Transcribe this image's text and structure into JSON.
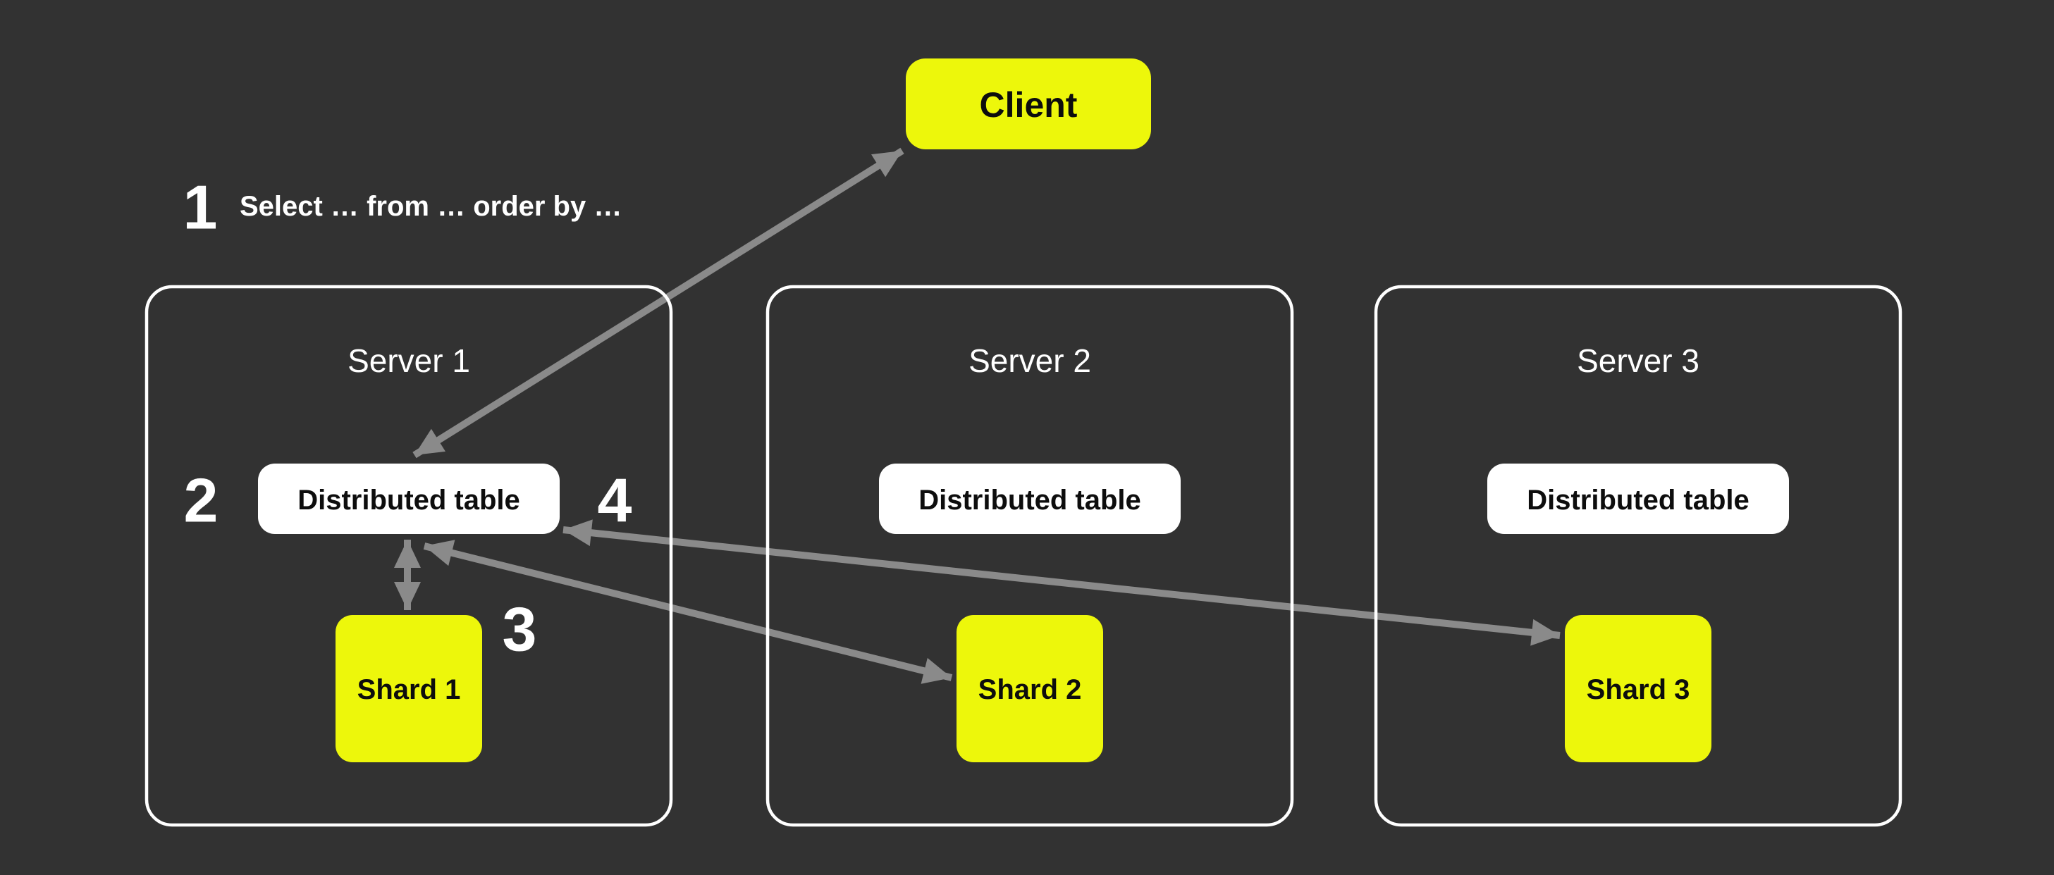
{
  "colors": {
    "bg": "#323232",
    "accent_yellow": "#EDF70B",
    "arrow_gray": "#8A8A8A",
    "box_white": "#FFFFFF",
    "text_dark": "#0D0D0D",
    "text_light": "#FFFFFF"
  },
  "client": {
    "label": "Client"
  },
  "annotations": {
    "step1_number": "1",
    "step1_query": "Select … from … order by …",
    "step2_number": "2",
    "step3_number": "3",
    "step4_number": "4"
  },
  "servers": [
    {
      "title": "Server 1",
      "table_label": "Distributed table",
      "shard_label": "Shard 1"
    },
    {
      "title": "Server 2",
      "table_label": "Distributed table",
      "shard_label": "Shard 2"
    },
    {
      "title": "Server 3",
      "table_label": "Distributed table",
      "shard_label": "Shard 3"
    }
  ],
  "arrows": {
    "client_table": "bidirectional arrow between Client and Server 1 distributed table",
    "table_shard1": "bidirectional arrow between distributed table and Shard 1",
    "table_shard2": "bidirectional arrow between distributed table and Shard 2",
    "table_shard3": "bidirectional arrow between distributed table and Shard 3"
  }
}
